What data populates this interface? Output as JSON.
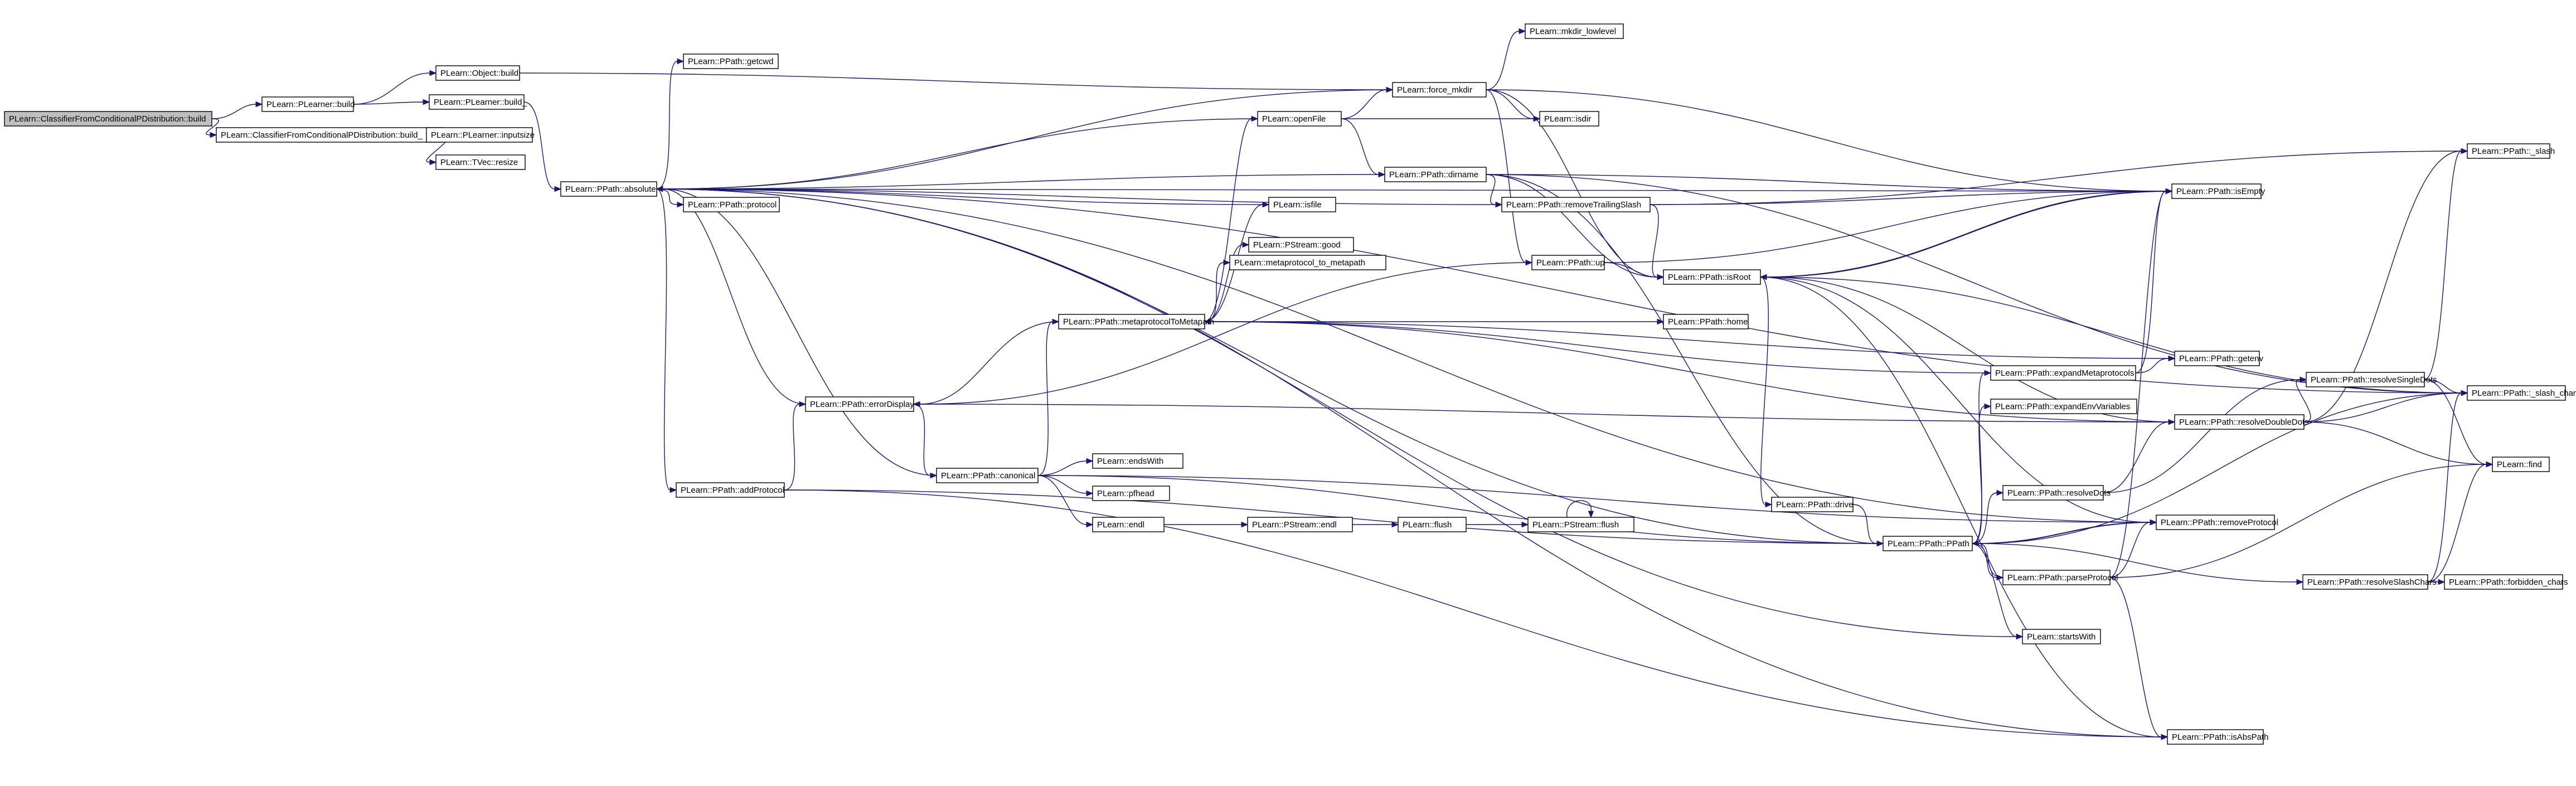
{
  "diagram": {
    "type": "call-graph",
    "edge_color": "#191970",
    "root_fill": "#bfbfbf",
    "node_fill": "#ffffff",
    "nodes": [
      {
        "id": "root",
        "label": "PLearn::ClassifierFromConditionalPDistribution::build",
        "root": true
      },
      {
        "id": "build",
        "label": "PLearn::PLearner::build"
      },
      {
        "id": "cbuild_",
        "label": "PLearn::ClassifierFromConditionalPDistribution::build_"
      },
      {
        "id": "objbuild",
        "label": "PLearn::Object::build"
      },
      {
        "id": "lbuild_",
        "label": "PLearn::PLearner::build_"
      },
      {
        "id": "inputsize",
        "label": "PLearn::PLearner::inputsize"
      },
      {
        "id": "tvec",
        "label": "PLearn::TVec::resize"
      },
      {
        "id": "absolute",
        "label": "PLearn::PPath::absolute"
      },
      {
        "id": "getcwd",
        "label": "PLearn::PPath::getcwd"
      },
      {
        "id": "protocol",
        "label": "PLearn::PPath::protocol"
      },
      {
        "id": "addprotocol",
        "label": "PLearn::PPath::addProtocol"
      },
      {
        "id": "errordisplay",
        "label": "PLearn::PPath::errorDisplay"
      },
      {
        "id": "canonical",
        "label": "PLearn::PPath::canonical"
      },
      {
        "id": "metaproto",
        "label": "PLearn::PPath::metaprotocolToMetapath"
      },
      {
        "id": "openfile",
        "label": "PLearn::openFile"
      },
      {
        "id": "isfile",
        "label": "PLearn::isfile"
      },
      {
        "id": "mptomp",
        "label": "PLearn::metaprotocol_to_metapath"
      },
      {
        "id": "good",
        "label": "PLearn::PStream::good"
      },
      {
        "id": "endswith",
        "label": "PLearn::endsWith"
      },
      {
        "id": "pfhead",
        "label": "PLearn::pfhead"
      },
      {
        "id": "endl",
        "label": "PLearn::endl"
      },
      {
        "id": "psendl",
        "label": "PLearn::PStream::endl"
      },
      {
        "id": "flush",
        "label": "PLearn::flush"
      },
      {
        "id": "psflush",
        "label": "PLearn::PStream::flush"
      },
      {
        "id": "forcemkdir",
        "label": "PLearn::force_mkdir"
      },
      {
        "id": "mkdirlow",
        "label": "PLearn::mkdir_lowlevel"
      },
      {
        "id": "isdir",
        "label": "PLearn::isdir"
      },
      {
        "id": "dirname",
        "label": "PLearn::PPath::dirname"
      },
      {
        "id": "removetrailing",
        "label": "PLearn::PPath::removeTrailingSlash"
      },
      {
        "id": "up",
        "label": "PLearn::PPath::up"
      },
      {
        "id": "isroot",
        "label": "PLearn::PPath::isRoot"
      },
      {
        "id": "home",
        "label": "PLearn::PPath::home"
      },
      {
        "id": "drive",
        "label": "PLearn::PPath::drive"
      },
      {
        "id": "ppath",
        "label": "PLearn::PPath::PPath"
      },
      {
        "id": "expandmeta",
        "label": "PLearn::PPath::expandMetaprotocols"
      },
      {
        "id": "expandenv",
        "label": "PLearn::PPath::expandEnvVariables"
      },
      {
        "id": "resolvedots",
        "label": "PLearn::PPath::resolveDots"
      },
      {
        "id": "parseprotocol",
        "label": "PLearn::PPath::parseProtocol"
      },
      {
        "id": "startswith",
        "label": "PLearn::startsWith"
      },
      {
        "id": "isabspath",
        "label": "PLearn::PPath::isAbsPath"
      },
      {
        "id": "getenv",
        "label": "PLearn::PPath::getenv"
      },
      {
        "id": "resolvedoubledots",
        "label": "PLearn::PPath::resolveDoubleDots"
      },
      {
        "id": "removeprotocol",
        "label": "PLearn::PPath::removeProtocol"
      },
      {
        "id": "isempty",
        "label": "PLearn::PPath::isEmpty"
      },
      {
        "id": "resolvesingledots",
        "label": "PLearn::PPath::resolveSingleDots"
      },
      {
        "id": "resolveslash",
        "label": "PLearn::PPath::resolveSlashChars"
      },
      {
        "id": "slash",
        "label": "PLearn::PPath::_slash"
      },
      {
        "id": "slashchar",
        "label": "PLearn::PPath::_slash_char"
      },
      {
        "id": "find",
        "label": "PLearn::find"
      },
      {
        "id": "forbidden",
        "label": "PLearn::PPath::forbidden_chars"
      }
    ],
    "edges": [
      [
        "root",
        "build"
      ],
      [
        "root",
        "cbuild_"
      ],
      [
        "build",
        "objbuild"
      ],
      [
        "build",
        "lbuild_"
      ],
      [
        "cbuild_",
        "inputsize"
      ],
      [
        "cbuild_",
        "tvec"
      ],
      [
        "objbuild",
        "forcemkdir"
      ],
      [
        "lbuild_",
        "absolute"
      ],
      [
        "absolute",
        "getcwd"
      ],
      [
        "absolute",
        "protocol"
      ],
      [
        "absolute",
        "addprotocol"
      ],
      [
        "absolute",
        "isempty"
      ],
      [
        "absolute",
        "removeprotocol"
      ],
      [
        "absolute",
        "isabspath"
      ],
      [
        "absolute",
        "slashchar"
      ],
      [
        "absolute",
        "startswith"
      ],
      [
        "absolute",
        "ppath"
      ],
      [
        "absolute",
        "removetrailing"
      ],
      [
        "addprotocol",
        "errordisplay"
      ],
      [
        "addprotocol",
        "ppath"
      ],
      [
        "addprotocol",
        "isabspath"
      ],
      [
        "errordisplay",
        "canonical"
      ],
      [
        "errordisplay",
        "absolute"
      ],
      [
        "canonical",
        "metaproto"
      ],
      [
        "canonical",
        "endswith"
      ],
      [
        "canonical",
        "pfhead"
      ],
      [
        "canonical",
        "endl"
      ],
      [
        "canonical",
        "ppath"
      ],
      [
        "canonical",
        "absolute"
      ],
      [
        "canonical",
        "removeprotocol"
      ],
      [
        "metaproto",
        "openfile"
      ],
      [
        "metaproto",
        "isfile"
      ],
      [
        "metaproto",
        "mptomp"
      ],
      [
        "metaproto",
        "good"
      ],
      [
        "metaproto",
        "home"
      ],
      [
        "metaproto",
        "getenv"
      ],
      [
        "metaproto",
        "errordisplay"
      ],
      [
        "endl",
        "psendl"
      ],
      [
        "psendl",
        "flush"
      ],
      [
        "flush",
        "psflush"
      ],
      [
        "psflush",
        "psflush"
      ],
      [
        "openfile",
        "forcemkdir"
      ],
      [
        "openfile",
        "isdir"
      ],
      [
        "openfile",
        "dirname"
      ],
      [
        "openfile",
        "absolute"
      ],
      [
        "forcemkdir",
        "mkdirlow"
      ],
      [
        "forcemkdir",
        "isdir"
      ],
      [
        "forcemkdir",
        "isroot"
      ],
      [
        "forcemkdir",
        "up"
      ],
      [
        "forcemkdir",
        "isempty"
      ],
      [
        "forcemkdir",
        "absolute"
      ],
      [
        "isfile",
        "absolute"
      ],
      [
        "dirname",
        "removetrailing"
      ],
      [
        "dirname",
        "isroot"
      ],
      [
        "dirname",
        "isempty"
      ],
      [
        "dirname",
        "ppath"
      ],
      [
        "dirname",
        "slashchar"
      ],
      [
        "dirname",
        "absolute"
      ],
      [
        "removetrailing",
        "isroot"
      ],
      [
        "removetrailing",
        "isempty"
      ],
      [
        "removetrailing",
        "slash"
      ],
      [
        "up",
        "isroot"
      ],
      [
        "up",
        "isempty"
      ],
      [
        "up",
        "errordisplay"
      ],
      [
        "isroot",
        "drive"
      ],
      [
        "isroot",
        "isabspath"
      ],
      [
        "isroot",
        "isempty"
      ],
      [
        "isroot",
        "removeprotocol"
      ],
      [
        "drive",
        "ppath"
      ],
      [
        "ppath",
        "expandmeta"
      ],
      [
        "ppath",
        "expandenv"
      ],
      [
        "ppath",
        "resolvedots"
      ],
      [
        "ppath",
        "parseprotocol"
      ],
      [
        "ppath",
        "startswith"
      ],
      [
        "ppath",
        "resolveslash"
      ],
      [
        "ppath",
        "removeprotocol"
      ],
      [
        "expandmeta",
        "getenv"
      ],
      [
        "expandmeta",
        "isempty"
      ],
      [
        "expandmeta",
        "metaproto"
      ],
      [
        "resolvedots",
        "resolvedoubledots"
      ],
      [
        "resolvedots",
        "resolvesingledots"
      ],
      [
        "parseprotocol",
        "removeprotocol"
      ],
      [
        "parseprotocol",
        "isabspath"
      ],
      [
        "parseprotocol",
        "ppath"
      ],
      [
        "parseprotocol",
        "isempty"
      ],
      [
        "parseprotocol",
        "find"
      ],
      [
        "resolvedoubledots",
        "resolvesingledots"
      ],
      [
        "resolvedoubledots",
        "slashchar"
      ],
      [
        "resolvedoubledots",
        "find"
      ],
      [
        "resolvedoubledots",
        "slash"
      ],
      [
        "resolvedoubledots",
        "isroot"
      ],
      [
        "resolvedoubledots",
        "errordisplay"
      ],
      [
        "resolvedoubledots",
        "metaproto"
      ],
      [
        "resolvesingledots",
        "slashchar"
      ],
      [
        "resolvesingledots",
        "find"
      ],
      [
        "resolvesingledots",
        "slash"
      ],
      [
        "resolveslash",
        "forbidden"
      ],
      [
        "resolveslash",
        "find"
      ],
      [
        "resolveslash",
        "slashchar"
      ],
      [
        "removeprotocol",
        "ppath"
      ],
      [
        "slashchar",
        "ppath"
      ],
      [
        "slashchar",
        "isroot"
      ],
      [
        "isempty",
        "isroot"
      ]
    ]
  }
}
